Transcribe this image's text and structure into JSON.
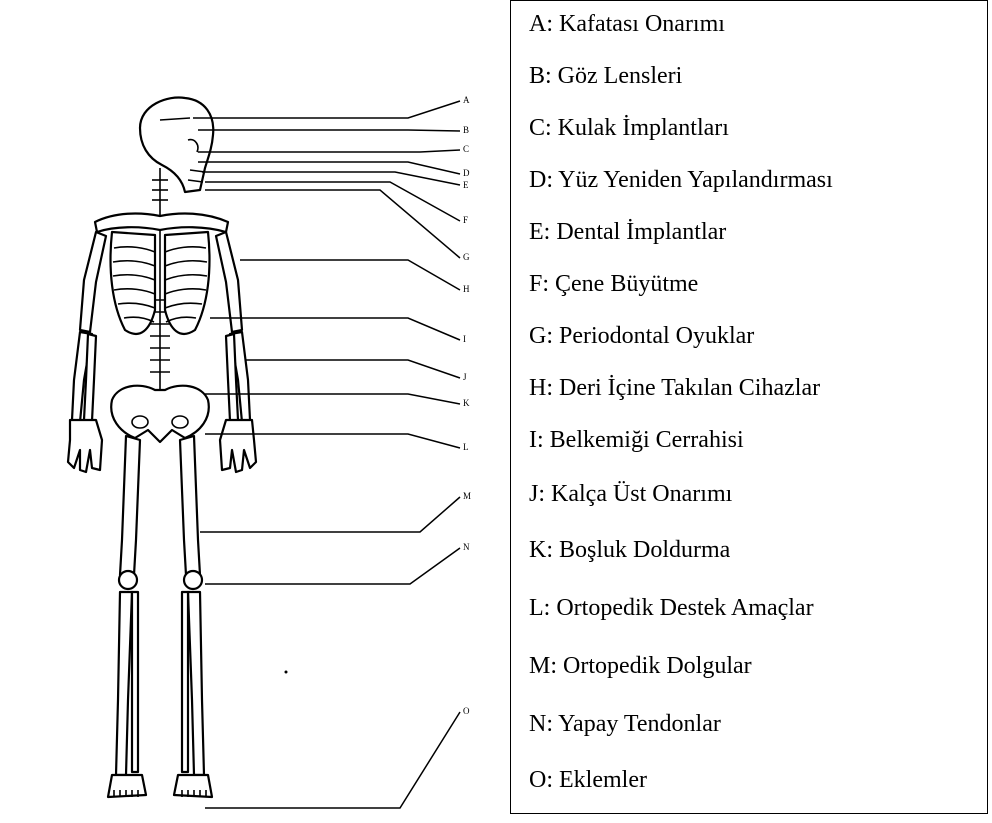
{
  "diagram": {
    "labels": [
      {
        "letter": "A",
        "text": "A: Kafatası Onarımı"
      },
      {
        "letter": "B",
        "text": "B: Göz Lensleri"
      },
      {
        "letter": "C",
        "text": "C: Kulak İmplantları"
      },
      {
        "letter": "D",
        "text": "D: Yüz Yeniden Yapılandırması"
      },
      {
        "letter": "E",
        "text": "E: Dental İmplantlar"
      },
      {
        "letter": "F",
        "text": "F: Çene Büyütme"
      },
      {
        "letter": "G",
        "text": "G: Periodontal Oyuklar"
      },
      {
        "letter": "H",
        "text": "H: Deri İçine Takılan Cihazlar"
      },
      {
        "letter": "I",
        "text": "I: Belkemiği Cerrahisi"
      },
      {
        "letter": "J",
        "text": "J: Kalça Üst Onarımı"
      },
      {
        "letter": "K",
        "text": "K: Boşluk Doldurma"
      },
      {
        "letter": "L",
        "text": "L: Ortopedik Destek Amaçlar"
      },
      {
        "letter": "M",
        "text": "M: Ortopedik Dolgular"
      },
      {
        "letter": "N",
        "text": "N: Yapay Tendonlar"
      },
      {
        "letter": "O",
        "text": "O: Eklemler"
      }
    ]
  }
}
